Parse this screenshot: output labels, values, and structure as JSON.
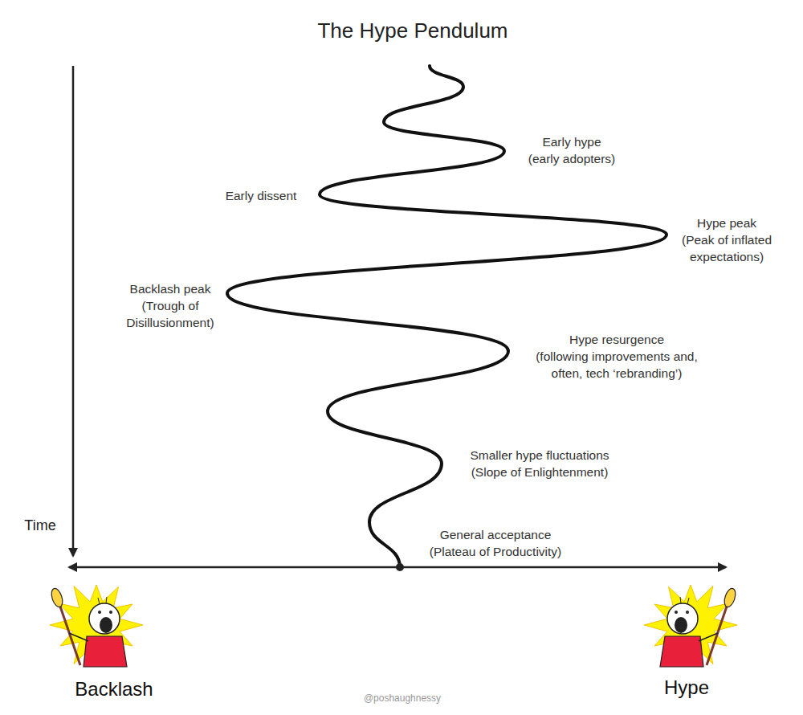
{
  "diagram": {
    "title": "The Hype Pendulum",
    "labels": [
      "Early hype (early adopters)",
      "Early dissent",
      "Hype peak (Peak of inflated expectations)",
      "Backlash peak (Trough of Disillusionment)",
      "Hype resurgence (following improvements and, often, tech ‘rebranding’)",
      "Smaller hype fluctuations (Slope of Enlightenment)",
      "General acceptance (Plateau of Productivity)",
      "Time",
      "Backlash",
      "Hype",
      "@poshaughnessy"
    ]
  }
}
